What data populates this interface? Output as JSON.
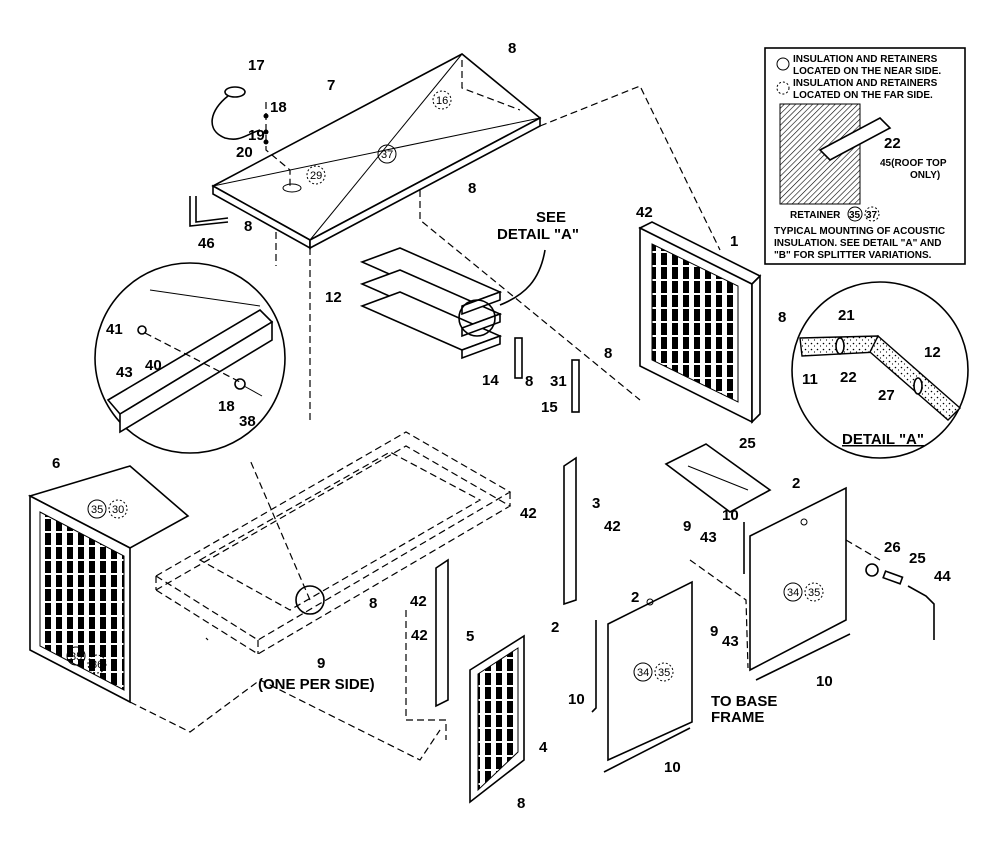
{
  "labels": {
    "p1": "1",
    "p2a": "2",
    "p2b": "2",
    "p2c": "2",
    "p3": "3",
    "p4": "4",
    "p5": "5",
    "p6": "6",
    "p7": "7",
    "p8_top": "8",
    "p8_roofmid": "8",
    "p8_roofleft": "8",
    "p8_right": "8",
    "p8_center": "8",
    "p8_splitter": "8",
    "p8_frame": "8",
    "p8_bottom": "8",
    "p9_frame": "9",
    "p9_right": "9",
    "p9_door": "9",
    "p10_a": "10",
    "p10_b": "10",
    "p10_c": "10",
    "p10_d": "10",
    "p11": "11",
    "p12a": "12",
    "p12b": "12",
    "p14": "14",
    "p15": "15",
    "p17": "17",
    "p18a": "18",
    "p18b": "18",
    "p19": "19",
    "p20": "20",
    "p21": "21",
    "p22a": "22",
    "p22b": "22",
    "p25a": "25",
    "p25b": "25",
    "p26": "26",
    "p27": "27",
    "p31": "31",
    "p38": "38",
    "p40": "40",
    "p41": "41",
    "p42a": "42",
    "p42b": "42",
    "p42c": "42",
    "p42d": "42",
    "p42e": "42",
    "p43a": "43",
    "p43b": "43",
    "p43c": "43",
    "p44": "44",
    "p45": "45(ROOF TOP",
    "p45b": "ONLY)",
    "p46": "46"
  },
  "callouts": {
    "see_detail_1": "SEE",
    "see_detail_2": "DETAIL \"A\"",
    "one_per_side": "(ONE PER SIDE)",
    "to_base_1": "TO BASE",
    "to_base_2": "FRAME",
    "detail_a_title": "DETAIL \"A\""
  },
  "circled_numbers": {
    "c16": "16",
    "c29": "29",
    "c37_roof": "37",
    "c35_a": "35",
    "c30": "30",
    "c35_b": "35",
    "c36": "36",
    "c34_a": "34",
    "c35_c": "35",
    "c34_b": "34",
    "c35_d": "35",
    "c35_ret": "35",
    "c37_ret": "37"
  },
  "legend": {
    "near_1": "INSULATION AND RETAINERS",
    "near_2": "LOCATED ON THE NEAR SIDE.",
    "far_1": "INSULATION AND RETAINERS",
    "far_2": "LOCATED ON THE FAR SIDE.",
    "retainer": "RETAINER",
    "note_1": "TYPICAL MOUNTING OF ACOUSTIC",
    "note_2": "INSULATION. SEE DETAIL \"A\" AND",
    "note_3": "\"B\" FOR SPLITTER VARIATIONS."
  }
}
